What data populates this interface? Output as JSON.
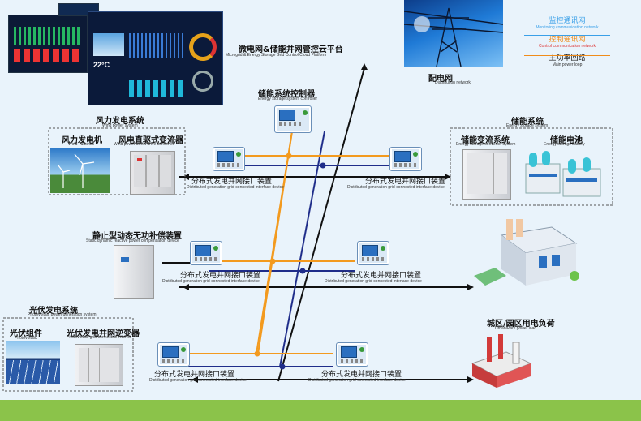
{
  "platform": {
    "title_cn": "微电网&储能并网管控云平台",
    "title_en": "Microgrid & Energy Storage Grid Control Cloud Platform"
  },
  "controller": {
    "title_cn": "储能系统控制器",
    "title_en": "Energy storage system controller"
  },
  "distribution": {
    "title_cn": "配电网",
    "title_en": "Distribution network"
  },
  "legend": [
    {
      "cn": "监控通讯网",
      "en": "Monitoring communication network",
      "color": "#3aa0e8"
    },
    {
      "cn": "控制通讯网",
      "en": "Control communication network",
      "color": "#f08c1a"
    },
    {
      "cn": "主功率回路",
      "en": "Main power loop",
      "color": "#111111"
    }
  ],
  "wind": {
    "title_cn": "风力发电系统",
    "title_en": "Wind power system",
    "turbine_cn": "风力发电机",
    "turbine_en": "Wind Turbines",
    "conv_cn": "风电直驱式变流器",
    "conv_en": "Wind power direct drive converter"
  },
  "storage": {
    "title_cn": "储能系统",
    "title_en": "Energy storage system",
    "conv_cn": "储能变流系统",
    "conv_en": "Energy storage converter system",
    "batt_cn": "储能电池",
    "batt_en": "Energy storage battery"
  },
  "svg_comp": {
    "title_cn": "静止型动态无功补偿装置",
    "title_en": "Static dynamic reactive power compensation device"
  },
  "pv": {
    "title_cn": "光伏发电系统",
    "title_en": "Photovoltaic power generation system",
    "module_cn": "光伏组件",
    "module_en": "Photovoltaic",
    "inv_cn": "光伏发电并网逆变器",
    "inv_en": "Photovoltaic grid-connected inverter"
  },
  "load": {
    "title_cn": "城区/园区用电负荷",
    "title_en": "Urban/Park power load"
  },
  "device": {
    "cn": "分布式发电并网接口装置",
    "en": "Distributed generation grid-connected interface device"
  },
  "dashboard": {
    "temp": "22°C"
  }
}
